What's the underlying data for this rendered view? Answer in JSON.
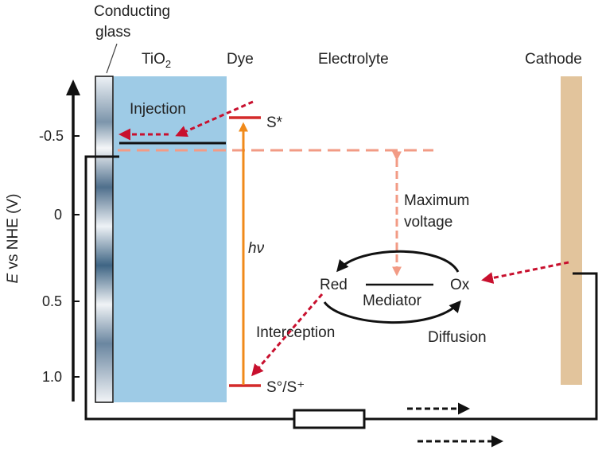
{
  "labels": {
    "conducting_line1": "Conducting",
    "conducting_line2": "glass",
    "tio2_main": "TiO",
    "tio2_sub": "2",
    "dye": "Dye",
    "electrolyte": "Electrolyte",
    "cathode": "Cathode",
    "injection": "Injection",
    "s_star": "S*",
    "hv": "hν",
    "max_voltage_line1": "Maximum",
    "max_voltage_line2": "voltage",
    "red": "Red",
    "mediator": "Mediator",
    "ox": "Ox",
    "interception": "Interception",
    "diffusion": "Diffusion",
    "s_ground": "S°/S⁺"
  },
  "axis": {
    "label_italic": "E",
    "label_rest": " vs NHE (V)",
    "ticks": [
      "-0.5",
      "0",
      "0.5",
      "1.0"
    ]
  },
  "colors": {
    "tio2": "#9ecbe6",
    "cathode": "#e2c49c",
    "red_level": "#d42a2a",
    "orange": "#f08a1a",
    "salmon": "#f29b85",
    "red_arrow": "#c8102e",
    "black": "#111111"
  }
}
